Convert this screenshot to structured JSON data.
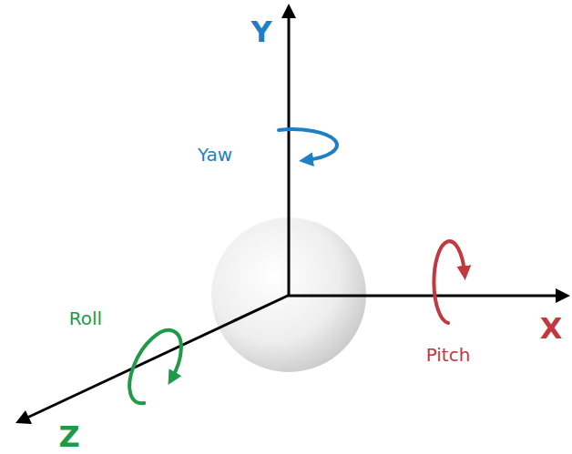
{
  "diagram": {
    "labels": [
      "Y",
      "Yaw",
      "Roll",
      "X",
      "Pitch",
      "Z"
    ]
  }
}
